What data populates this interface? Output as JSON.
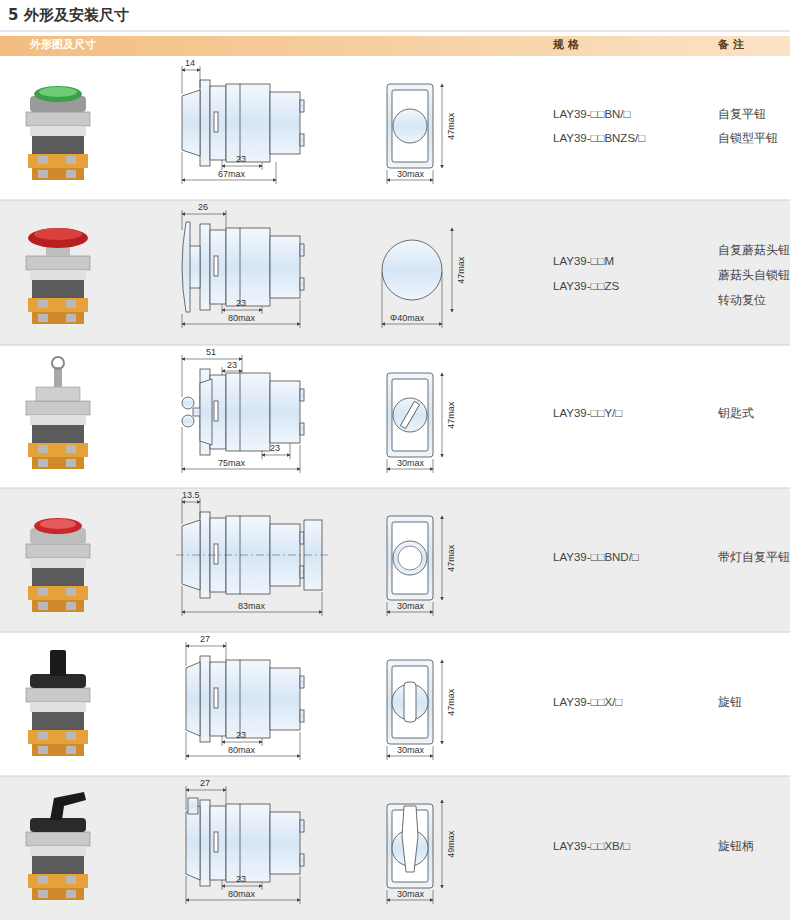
{
  "diagram": {
    "title": "5 外形及安装尺寸",
    "labels": [
      "外形图及尺寸",
      "规 格",
      "备 注",
      "14",
      "23",
      "67max",
      "47max",
      "30max",
      "LAY39-□□BN/□",
      "LAY39-□□BNZS/□",
      "自复平钮",
      "自锁型平钮",
      "26",
      "23",
      "80max",
      "47max",
      "Φ40max",
      "LAY39-□□M",
      "LAY39-□□ZS",
      "自复蘑菇头钮",
      "蘑菇头自锁钮",
      "转动复位",
      "51",
      "23",
      "23",
      "75max",
      "47max",
      "30max",
      "LAY39-□□Y/□",
      "钥匙式",
      "13.5",
      "83max",
      "47max",
      "30max",
      "LAY39-□□BND/□",
      "带灯自复平钮",
      "27",
      "80max",
      "23",
      "47max",
      "30max",
      "LAY39-□□X/□",
      "旋钮",
      "27",
      "80max",
      "23",
      "49max",
      "30max",
      "LAY39-□□XB/□",
      "旋钮柄"
    ]
  }
}
